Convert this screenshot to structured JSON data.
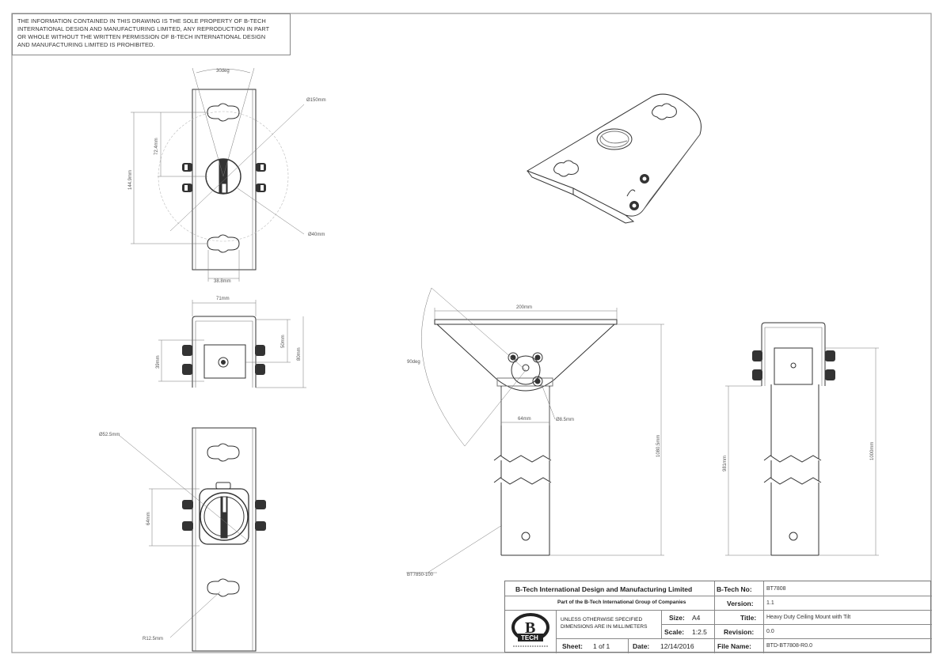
{
  "notice": {
    "lines": [
      "THE INFORMATION CONTAINED IN THIS DRAWING IS THE SOLE PROPERTY OF B-TECH",
      "INTERNATIONAL DESIGN AND MANUFACTURING LIMITED, ANY REPRODUCTION IN PART",
      "OR WHOLE WITHOUT THE WRITTEN PERMISSION OF B-TECH INTERNATIONAL DESIGN",
      "AND MANUFACTURING LIMITED IS PROHIBITED."
    ]
  },
  "dimensions": {
    "top_view": {
      "angle": "30deg",
      "diameter_large": "Ø150mm",
      "length_mid": "72.4mm",
      "length_total": "144.9mm",
      "diameter_small": "Ø40mm",
      "width_bottom": "38.8mm"
    },
    "side_view": {
      "width": "71mm",
      "height_inner": "50mm",
      "height_outer": "80mm",
      "height_left": "39mm"
    },
    "bottom_view": {
      "diameter": "Ø52.5mm",
      "height": "64mm",
      "radius": "R12.5mm"
    },
    "front_view": {
      "width": "200mm",
      "angle": "90deg",
      "pole_width": "64mm",
      "hole": "Ø8.5mm",
      "height": "1080.5mm",
      "part_ref": "BT7850-100"
    },
    "right_view": {
      "height_left": "981mm",
      "height_right": "1000mm"
    }
  },
  "title_block": {
    "company": "B-Tech International Design and Manufacturing Limited",
    "group": "Part of the B-Tech International Group of Companies",
    "logo_text": "B TECH",
    "unless_line1": "UNLESS OTHERWISE SPECIFIED",
    "unless_line2": "DIMENSIONS ARE IN MILLIMETERS",
    "size_label": "Size:",
    "size_value": "A4",
    "scale_label": "Scale:",
    "scale_value": "1:2.5",
    "sheet_label": "Sheet:",
    "sheet_value": "1 of 1",
    "date_label": "Date:",
    "date_value": "12/14/2016",
    "btech_no_label": "B-Tech No:",
    "btech_no_value": "BT7808",
    "version_label": "Version:",
    "version_value": "1.1",
    "title_label": "Title:",
    "title_value": "Heavy Duty Ceiling Mount with Tilt",
    "revision_label": "Revision:",
    "revision_value": "0.0",
    "file_label": "File Name:",
    "file_value": "BTD-BT7808-R0.0"
  }
}
